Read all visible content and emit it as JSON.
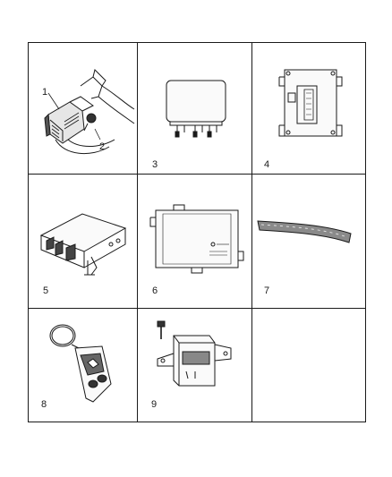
{
  "cells": [
    {
      "id": "1-2",
      "numbers": [
        "1",
        "2"
      ],
      "part": "connector-and-mounting-screw"
    },
    {
      "id": "3",
      "label": "3",
      "part": "relay-module"
    },
    {
      "id": "4",
      "label": "4",
      "part": "control-module-with-bracket"
    },
    {
      "id": "5",
      "label": "5",
      "part": "control-module-with-connectors"
    },
    {
      "id": "6",
      "label": "6",
      "part": "control-module-plate"
    },
    {
      "id": "7",
      "label": "7",
      "part": "antenna-strip"
    },
    {
      "id": "8",
      "label": "8",
      "part": "key-fob-transmitter"
    },
    {
      "id": "9",
      "label": "9",
      "part": "receiver-module-with-screw"
    },
    {
      "id": "empty",
      "label": ""
    }
  ],
  "colors": {
    "line": "#1a1a1a",
    "background": "#ffffff"
  }
}
